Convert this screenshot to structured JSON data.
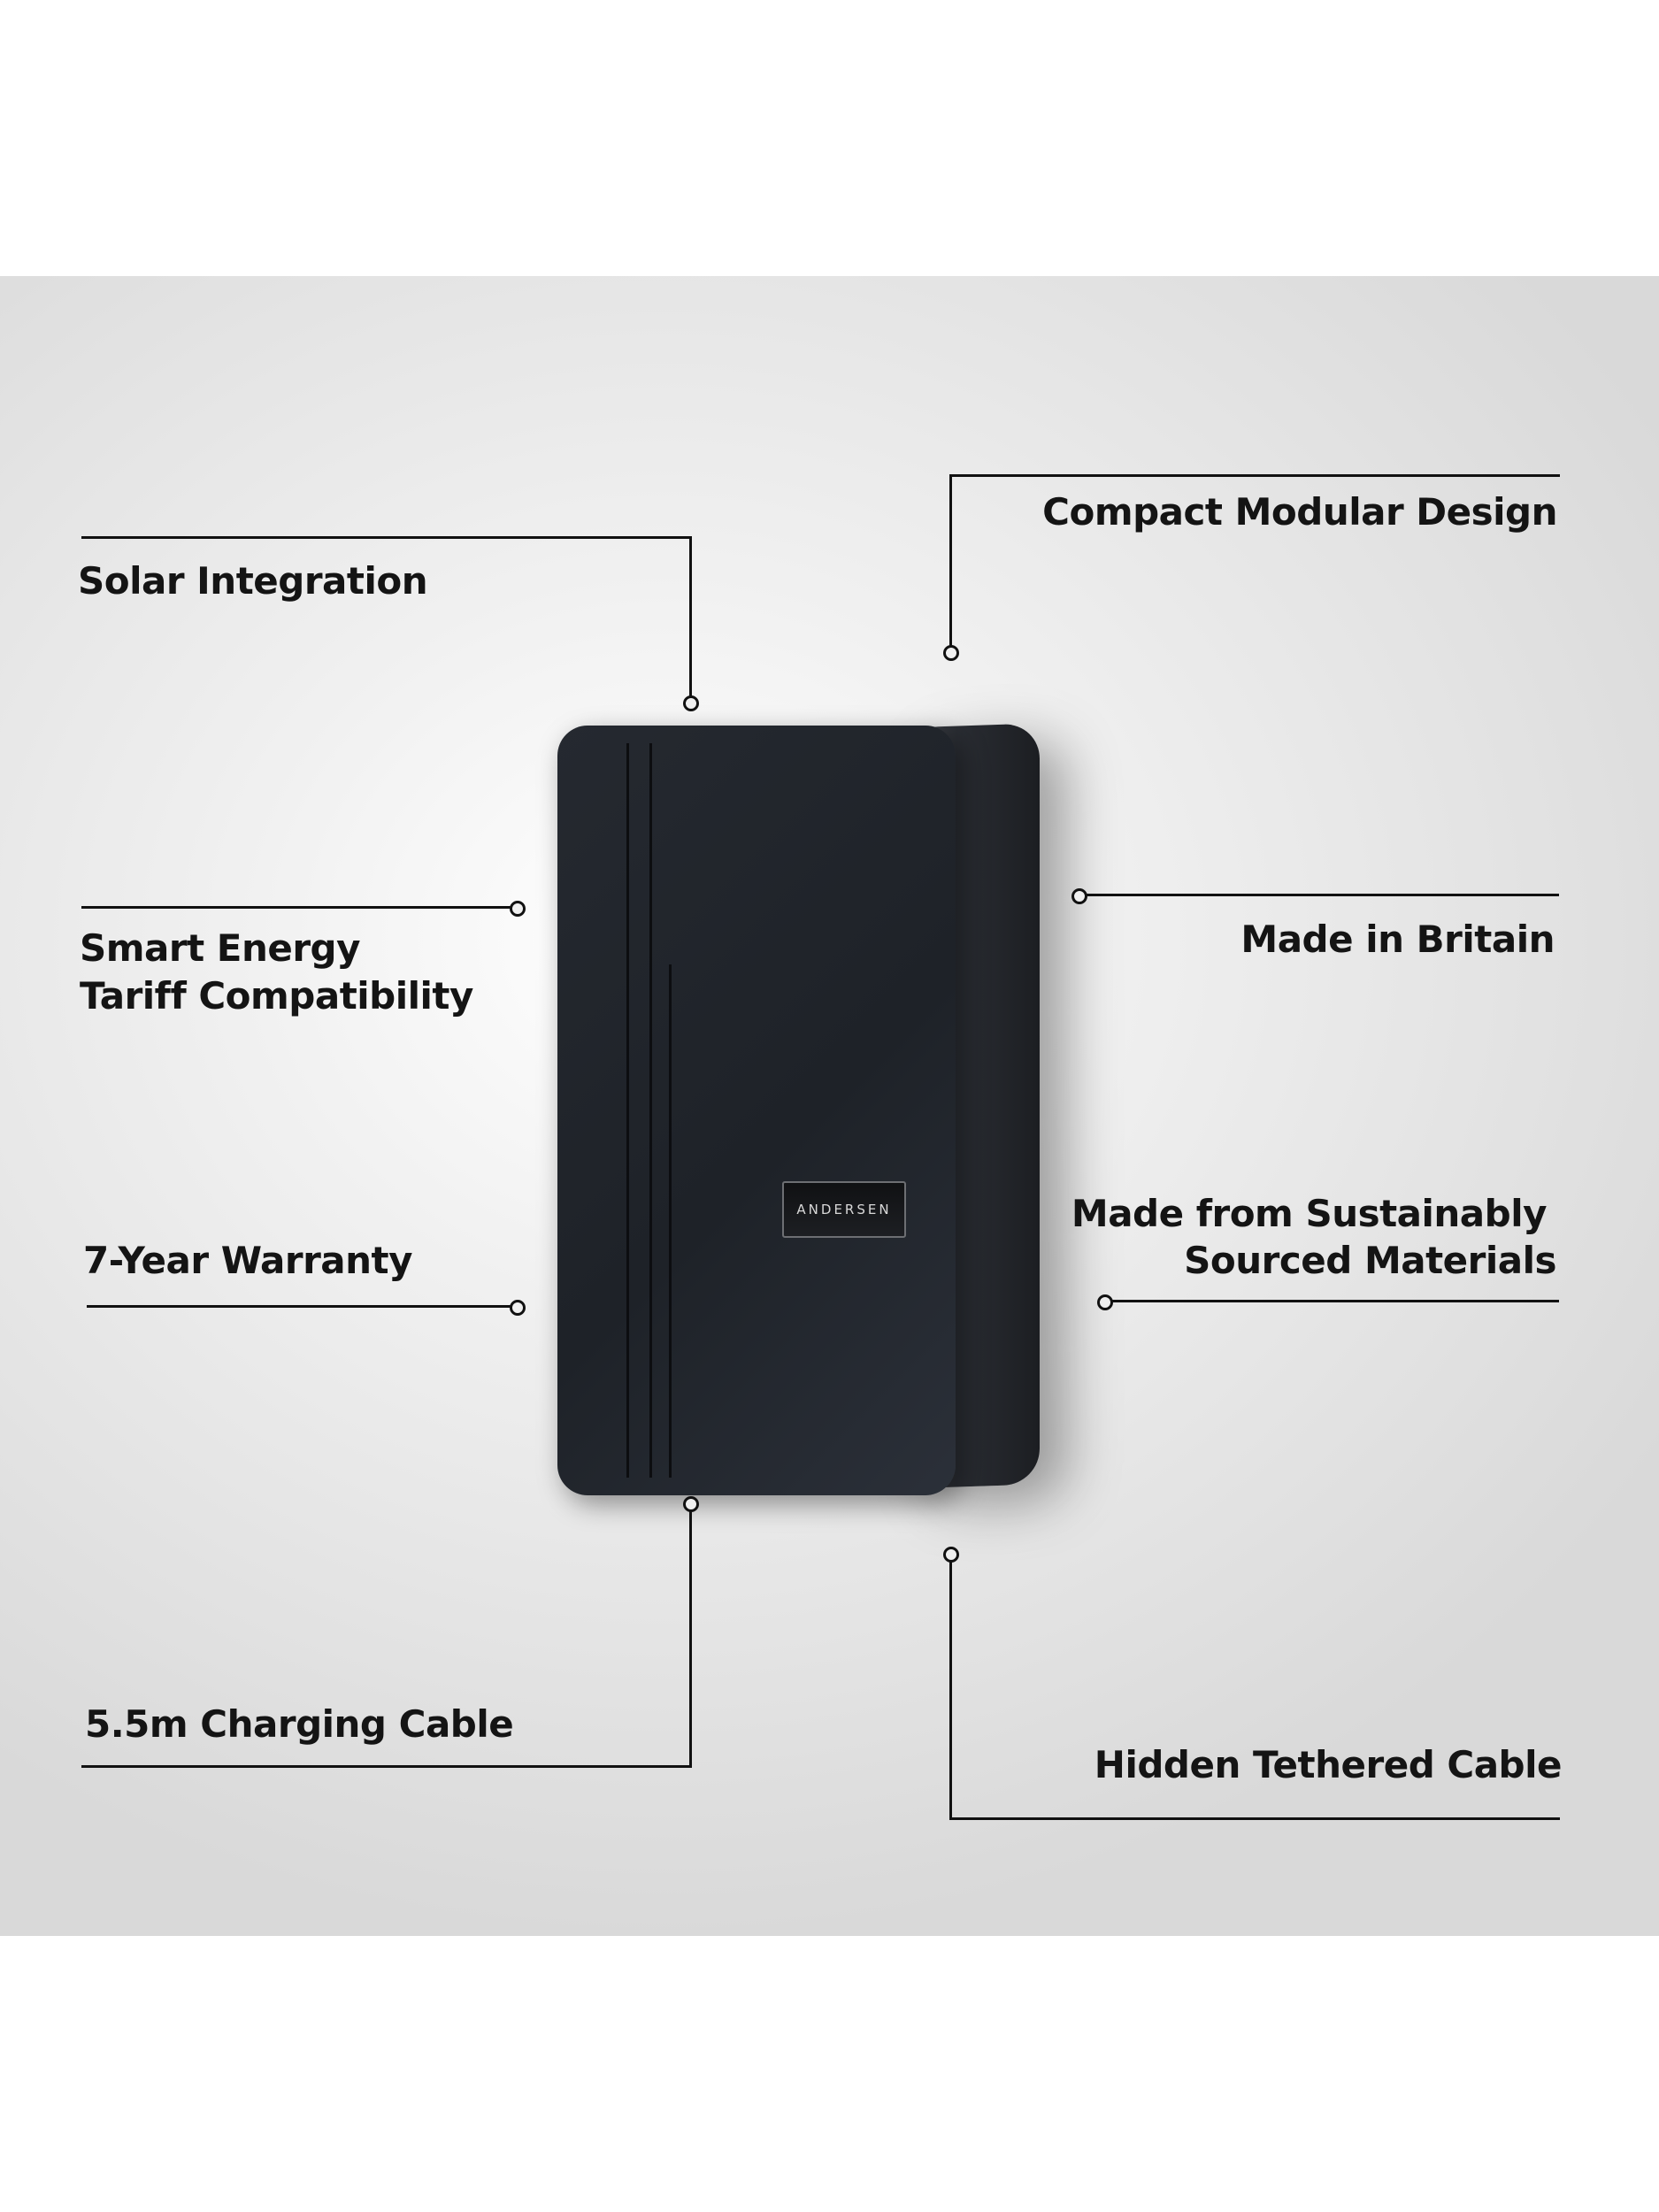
{
  "features": {
    "solar": "Solar Integration",
    "smart_energy_line1": "Smart Energy",
    "smart_energy_line2": "Tariff Compatibility",
    "warranty": "7-Year Warranty",
    "cable": "5.5m Charging Cable",
    "compact": "Compact Modular Design",
    "britain": "Made in Britain",
    "sustainable_line1": "Made from Sustainably",
    "sustainable_line2": "Sourced Materials",
    "hidden_cable": "Hidden Tethered Cable"
  },
  "product": {
    "brand": "ANDERSEN"
  }
}
